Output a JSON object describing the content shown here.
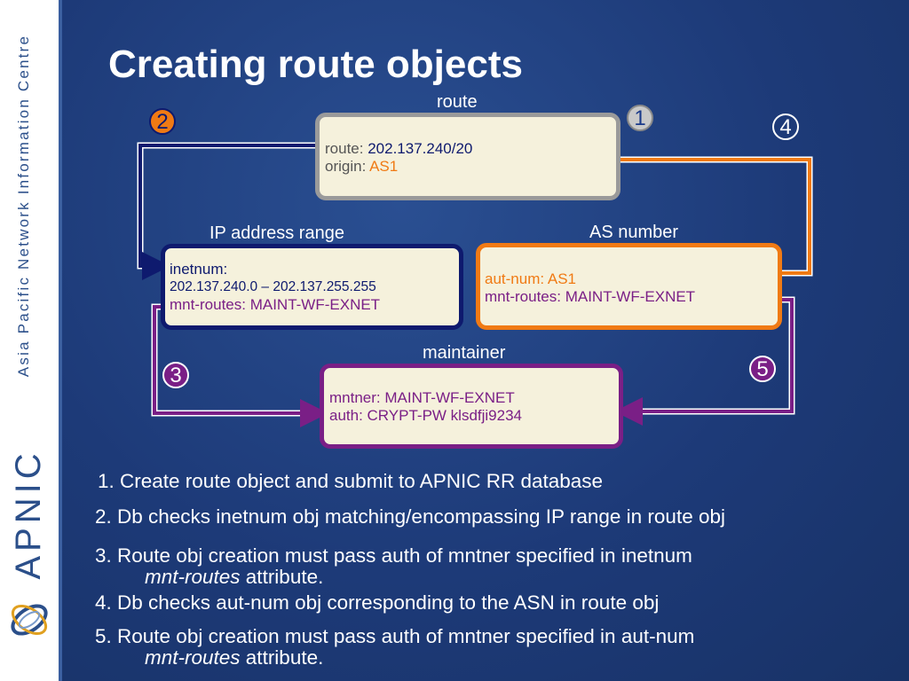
{
  "sidebar": {
    "org_name": "Asia Pacific Network Information Centre",
    "logo_text": "APNIC",
    "logo_icon": "apnic-swirl-icon"
  },
  "title": "Creating route objects",
  "captions": {
    "route": "route",
    "ip_range": "IP address range",
    "as_number": "AS number",
    "maintainer": "maintainer"
  },
  "route_obj": {
    "line1_key": "route: ",
    "line1_val": "202.137.240/20",
    "line2_key": "origin: ",
    "line2_val": "AS1"
  },
  "inetnum_obj": {
    "line1": "inetnum:",
    "line2": "202.137.240.0 – 202.137.255.255",
    "line3": "mnt-routes: MAINT-WF-EXNET"
  },
  "autnum_obj": {
    "line1": "aut-num: AS1",
    "line2": "mnt-routes: MAINT-WF-EXNET"
  },
  "mntner_obj": {
    "line1": "mntner: MAINT-WF-EXNET",
    "line2": "auth: CRYPT-PW klsdfji9234"
  },
  "markers": {
    "m1": "1",
    "m2": "2",
    "m3": "3",
    "m4": "4",
    "m5": "5"
  },
  "steps": {
    "s1": "1. Create route object and submit to APNIC RR database",
    "s2": "2. Db checks inetnum obj matching/encompassing IP range in route obj",
    "s3": "3. Route obj creation must pass auth of mntner specified in inetnum",
    "s3_em": "mnt-routes",
    "s3_tail": " attribute.",
    "s4": "4. Db checks aut-num obj corresponding to the ASN in route obj",
    "s5": "5. Route obj creation must pass auth of mntner specified in aut-num",
    "s5_em": "mnt-routes",
    "s5_tail": " attribute."
  },
  "colors": {
    "background": "#1d3a78",
    "route_border": "#9a9a9a",
    "inetnum_border": "#0e1a6e",
    "autnum_border": "#f07a14",
    "mntner_border": "#7a1f86",
    "orange": "#f07a14",
    "purple": "#7a1f86",
    "navy": "#0e1a6e"
  }
}
